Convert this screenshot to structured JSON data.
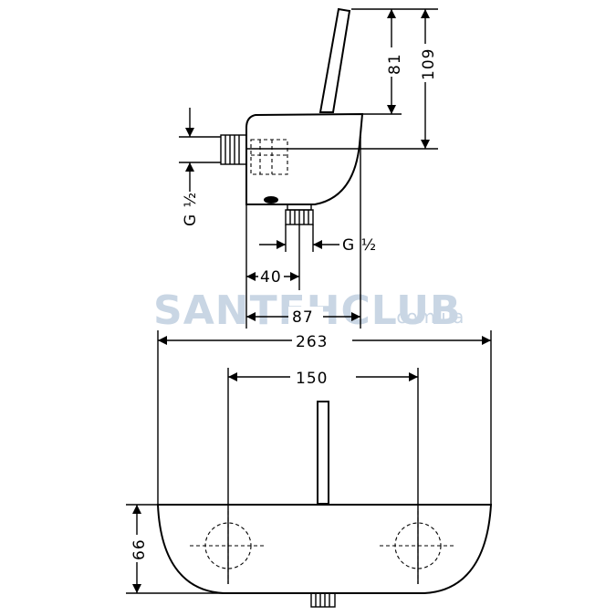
{
  "watermark": {
    "brand": "SANTEHCLUB",
    "domain": ".com.ua"
  },
  "dimensions": {
    "d109": "109",
    "d81": "81",
    "thread_left": "G ½",
    "thread_right": "G ½",
    "d40": "40",
    "d87": "87",
    "d263": "263",
    "d150": "150",
    "d66": "66"
  }
}
